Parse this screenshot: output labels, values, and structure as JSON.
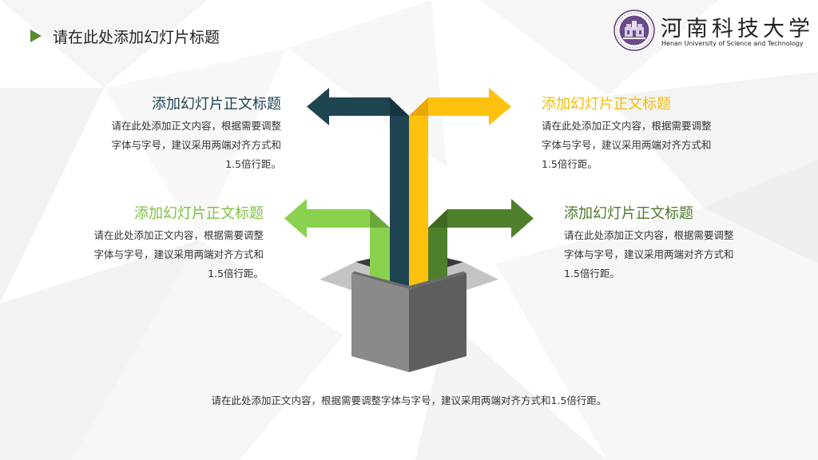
{
  "slide": {
    "title": "请在此处添加幻灯片标题",
    "logo": {
      "name_cn": "河南科技大学",
      "name_en": "Henan University of Science and Technology"
    },
    "blocks": [
      {
        "id": "top-left",
        "heading": "添加幻灯片正文标题",
        "body": [
          "请在此处添加正文内容，根据需要调整",
          "字体与字号，建议采用两端对齐方式和",
          "1.5倍行距。"
        ]
      },
      {
        "id": "top-right",
        "heading": "添加幻灯片正文标题",
        "body": [
          "请在此处添加正文内容，根据需要调整",
          "字体与字号，建议采用两端对齐方式和",
          "1.5倍行距。"
        ]
      },
      {
        "id": "middle-left",
        "heading": "添加幻灯片正文标题",
        "body": [
          "请在此处添加正文内容，根据需要调整",
          "字体与字号，建议采用两端对齐方式和",
          "1.5倍行距。"
        ]
      },
      {
        "id": "middle-right",
        "heading": "添加幻灯片正文标题",
        "body": [
          "请在此处添加正文内容，根据需要调整",
          "字体与字号，建议采用两端对齐方式和",
          "1.5倍行距。"
        ]
      }
    ],
    "bottom_note": "请在此处添加正文内容，根据需要调整字体与字号，建议采用两端对齐方式和1.5倍行距。",
    "colors": {
      "dark_teal": "#1f4452",
      "yellow": "#fec10d",
      "light_green": "#8bd150",
      "dark_green": "#4e7f2b",
      "title_marker": "#5a8a2c",
      "box_gray": "#8a8a8a"
    }
  }
}
